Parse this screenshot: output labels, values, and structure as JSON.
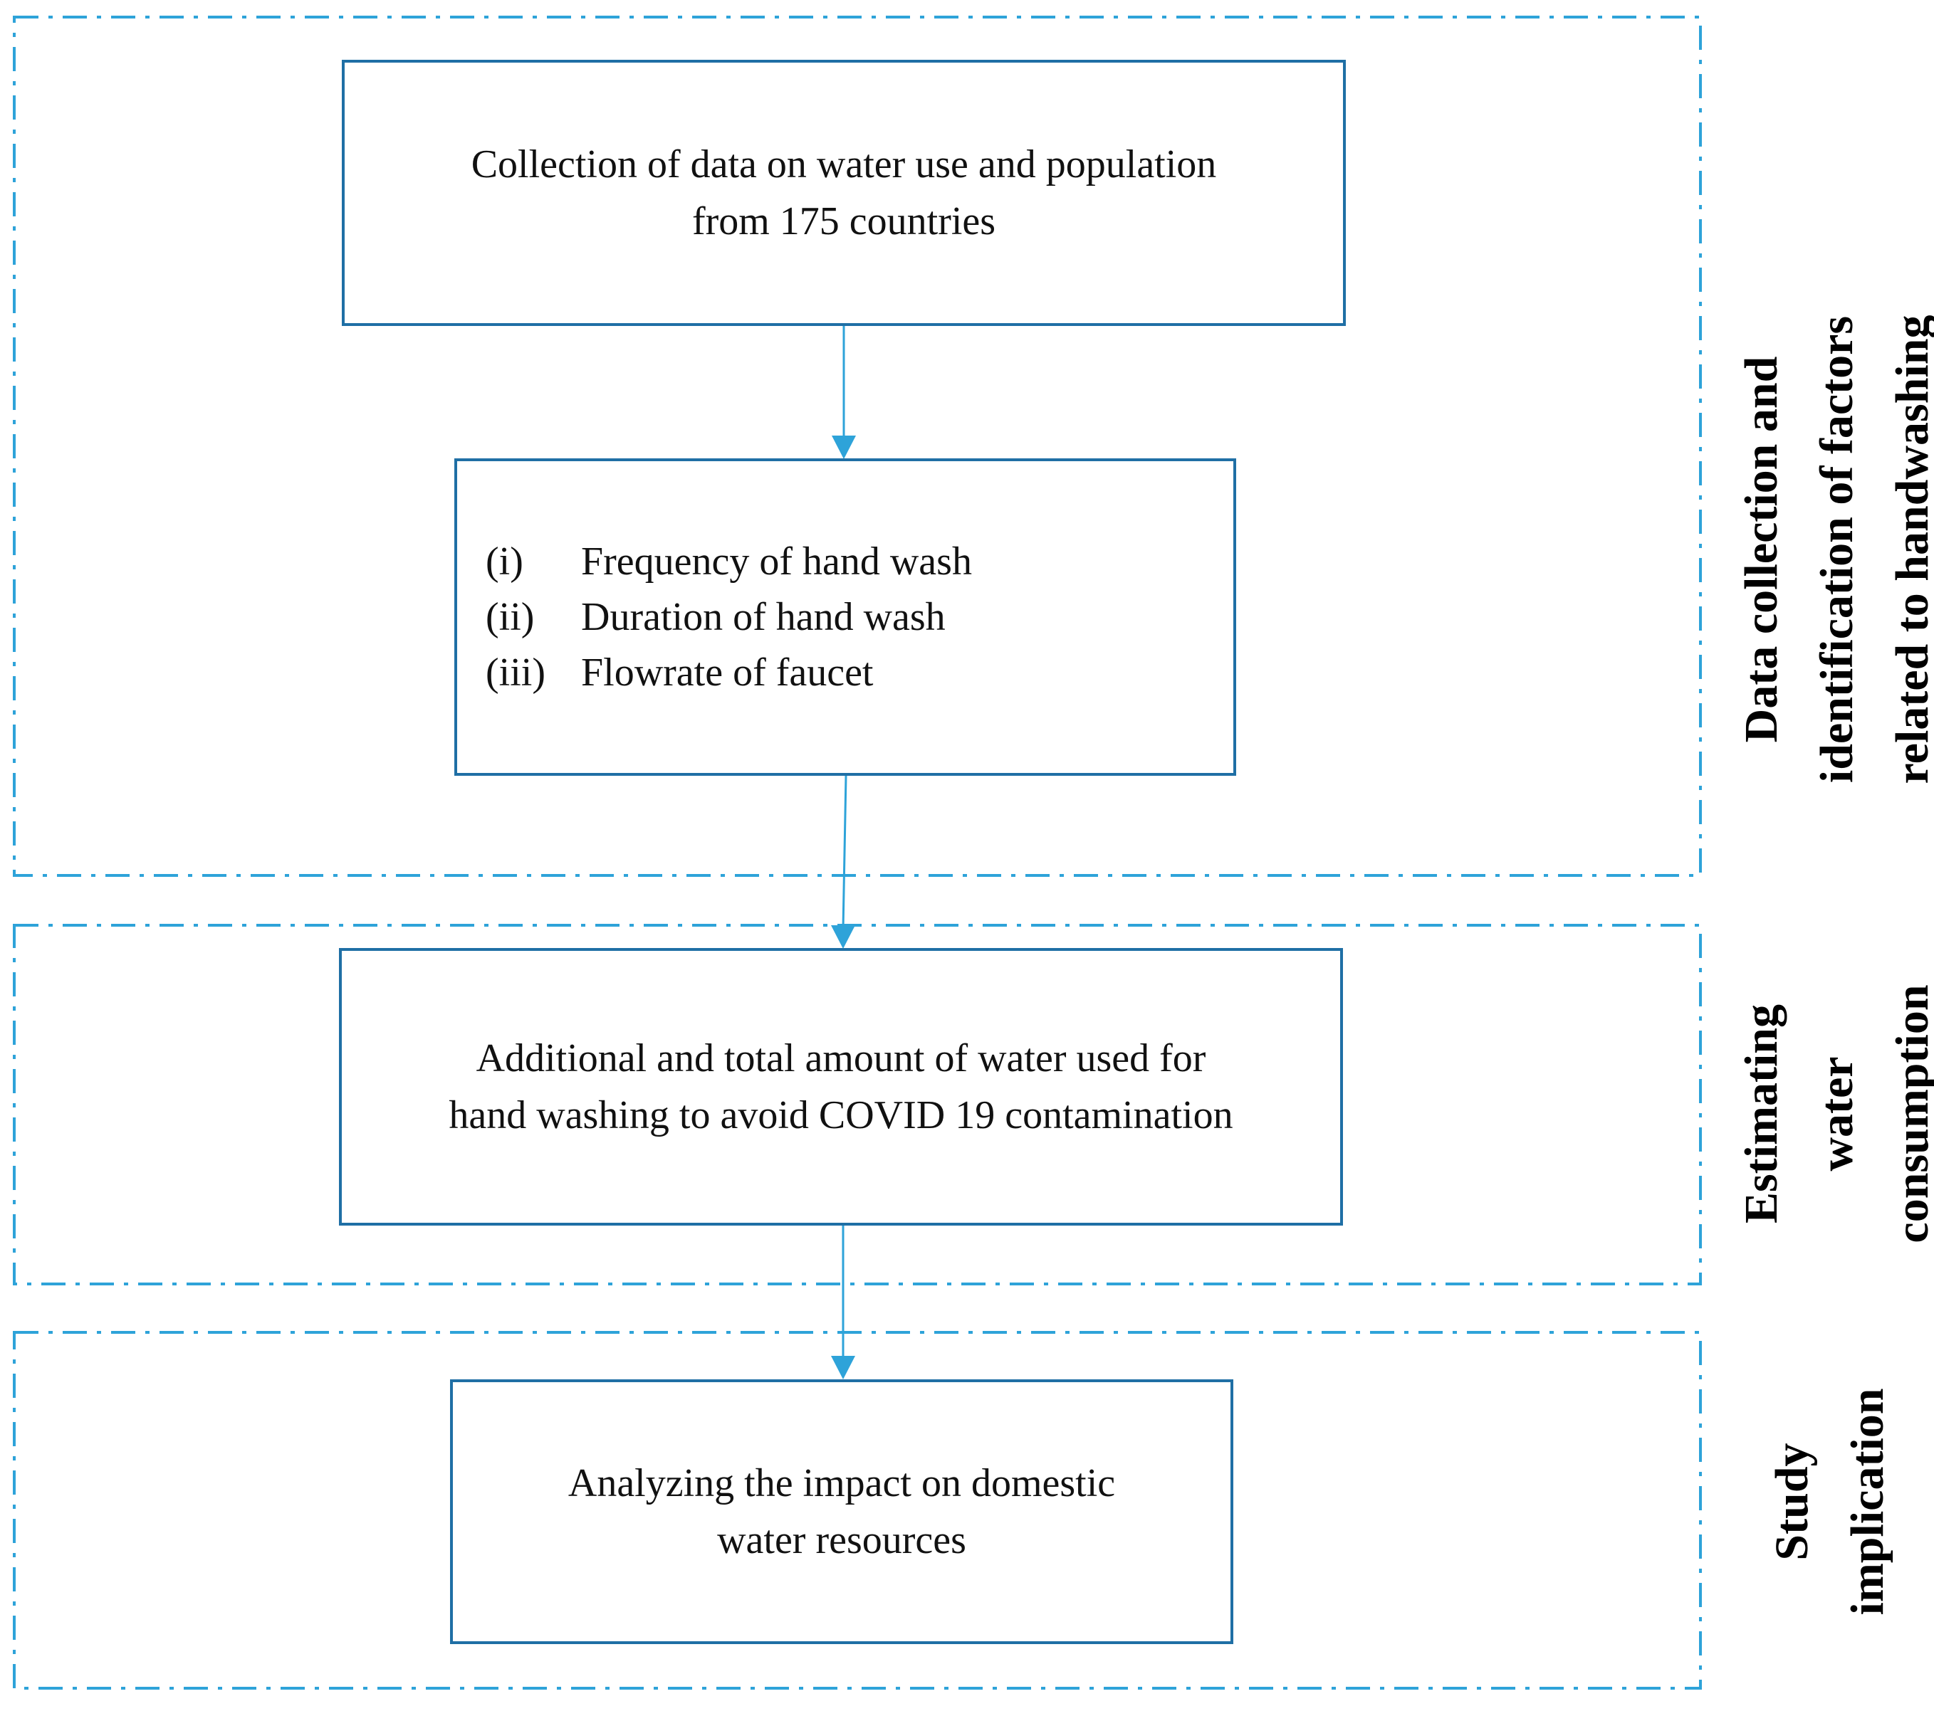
{
  "colors": {
    "frame_dash": "#2ea3d9",
    "box_border": "#1f6fa5",
    "arrow": "#2ea3d9"
  },
  "sections": [
    {
      "label": "Data collection and\nidentification of factors\nrelated to handwashing"
    },
    {
      "label": "Estimating\nwater\nconsumption"
    },
    {
      "label": "Study\nimplication"
    }
  ],
  "boxes": {
    "data_collection": "Collection of data on water use and population\nfrom 175  countries",
    "factors": [
      {
        "marker": "(i)",
        "text": "Frequency of hand wash"
      },
      {
        "marker": "(ii)",
        "text": "Duration of hand wash"
      },
      {
        "marker": "(iii)",
        "text": "Flowrate of faucet"
      }
    ],
    "estimation": "Additional and total amount of water used for\nhand washing to avoid COVID 19  contamination",
    "impact": "Analyzing the impact on domestic\nwater resources"
  }
}
